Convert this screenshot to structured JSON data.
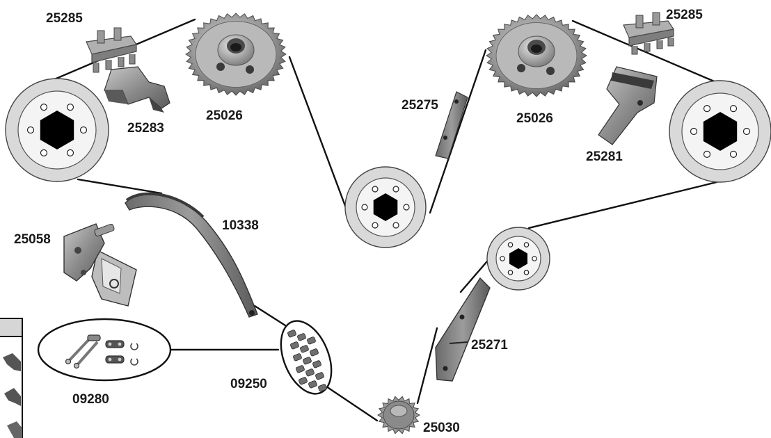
{
  "diagram": {
    "part_labels": {
      "bracket_top_left": "25285",
      "bracket_top_right": "25285",
      "guide_top_left": "25283",
      "sprocket_left": "25026",
      "sprocket_right": "25026",
      "guide_center_small": "25275",
      "tensioner_arm_right": "25281",
      "rail_long_left": "10338",
      "tensioner": "25058",
      "rail_right": "25271",
      "chain": "09250",
      "chain_link_kit": "09280",
      "crank_sprocket": "25030"
    },
    "colors": {
      "part_gray": "#8a8a8a",
      "pulley_face": "#d9d9d9",
      "chain_line": "#111111"
    }
  }
}
